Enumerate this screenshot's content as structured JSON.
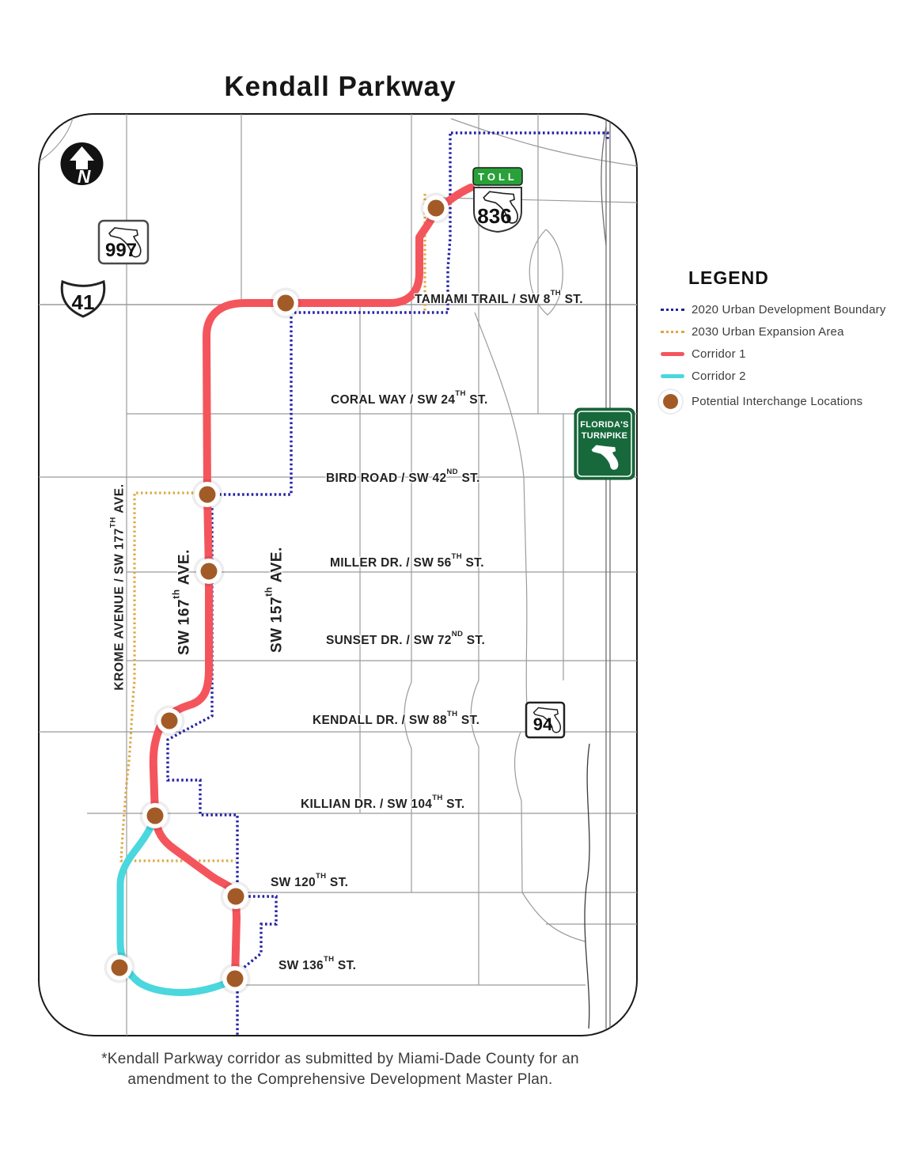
{
  "title": "Kendall Parkway",
  "north_label": "N",
  "legend": {
    "heading": "LEGEND",
    "items": [
      {
        "label": "2020 Urban Development Boundary",
        "type": "dotted",
        "color": "#2323A5"
      },
      {
        "label": "2030 Urban Expansion Area",
        "type": "dotted",
        "color": "#DFA63F"
      },
      {
        "label": "Corridor 1",
        "type": "line",
        "color": "#F4555C"
      },
      {
        "label": "Corridor 2",
        "type": "line",
        "color": "#4BD7DE"
      },
      {
        "label": "Potential Interchange Locations",
        "type": "circle",
        "color": "#A25B27"
      }
    ]
  },
  "colors": {
    "corridor1": "#F4555C",
    "corridor2": "#4BD7DE",
    "udb2020": "#2323A5",
    "uea2030": "#DFA63F",
    "interchange": "#A25B27",
    "interchange_ring": "#FFFFFF",
    "toll_green": "#28A138",
    "turnpike_green": "#17693C"
  },
  "shields": {
    "sr997": "997",
    "us41": "41",
    "toll_banner": "TOLL",
    "sr836": "836",
    "turnpike_line1": "FLORIDA'S",
    "turnpike_line2": "TURNPIKE",
    "sr94": "94"
  },
  "streets": [
    {
      "pre": "TAMIAMI TRAIL / SW 8",
      "sup": "TH",
      "post": " ST."
    },
    {
      "pre": "CORAL WAY / SW 24",
      "sup": "TH",
      "post": " ST."
    },
    {
      "pre": "BIRD ROAD / SW 42",
      "sup": "ND",
      "post": " ST."
    },
    {
      "pre": "MILLER DR. / SW 56",
      "sup": "TH",
      "post": " ST."
    },
    {
      "pre": "SUNSET DR. / SW 72",
      "sup": "ND",
      "post": " ST."
    },
    {
      "pre": "KENDALL DR. / SW 88",
      "sup": "TH",
      "post": " ST."
    },
    {
      "pre": "KILLIAN DR. / SW 104",
      "sup": "TH",
      "post": " ST."
    },
    {
      "pre": "SW 120",
      "sup": "TH",
      "post": " ST."
    },
    {
      "pre": "SW 136",
      "sup": "TH",
      "post": " ST."
    }
  ],
  "avenues": [
    {
      "pre": "KROME AVENUE / SW 177",
      "sup": "TH",
      "post": " AVE."
    },
    {
      "pre": "SW 167",
      "sup": "th",
      "post": " AVE."
    },
    {
      "pre": "SW 157",
      "sup": "th",
      "post": " AVE."
    }
  ],
  "footnote": {
    "line1": "*Kendall Parkway corridor as submitted by Miami-Dade County for an",
    "line2": "amendment to the Comprehensive Development Master Plan."
  }
}
